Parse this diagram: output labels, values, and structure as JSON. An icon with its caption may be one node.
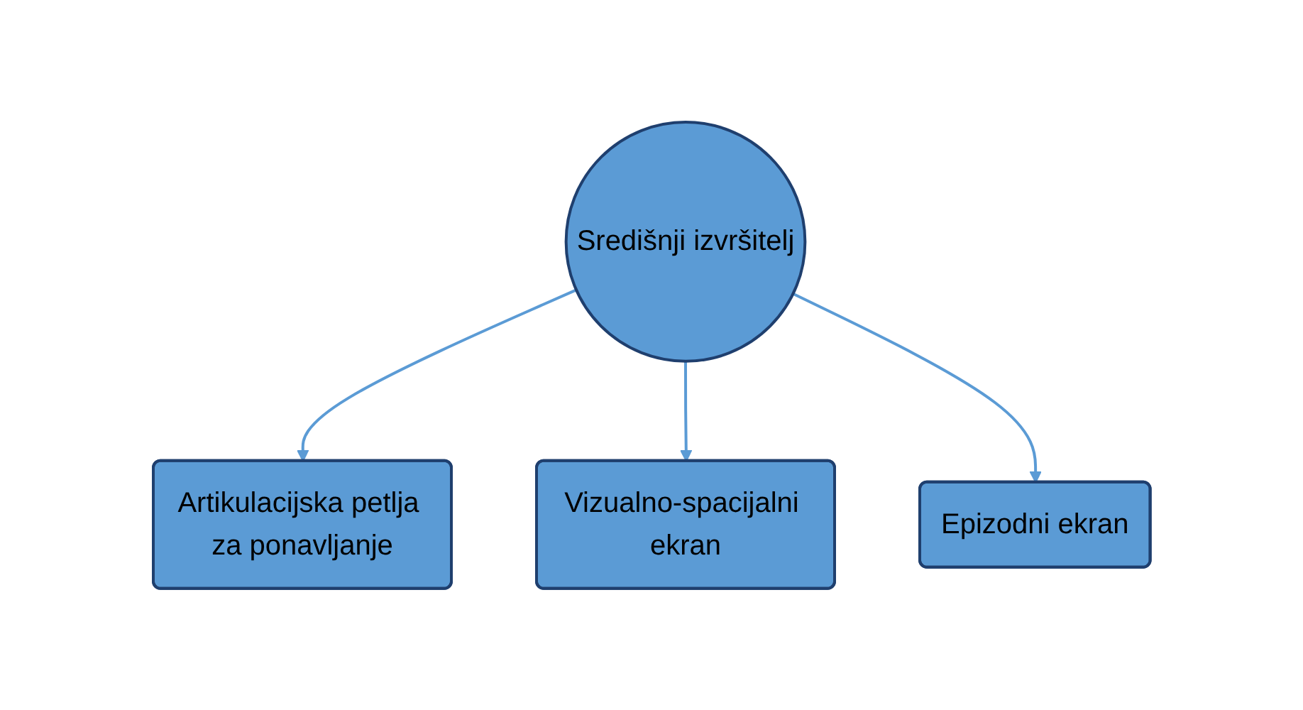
{
  "diagram": {
    "nodes": [
      {
        "text": [
          "Središnji izvršitelj"
        ]
      },
      {
        "text": [
          "Artikulacijska petlja za ponavljanje"
        ]
      },
      {
        "text": [
          "Vizualno-spacijalni ekran"
        ]
      },
      {
        "text": [
          "Epizodni ekran"
        ]
      }
    ],
    "edges": [
      {
        "from": 0,
        "to": 1,
        "arrow": "to"
      },
      {
        "from": 0,
        "to": 2,
        "arrow": "to"
      },
      {
        "from": 0,
        "to": 3,
        "arrow": "to"
      }
    ]
  }
}
